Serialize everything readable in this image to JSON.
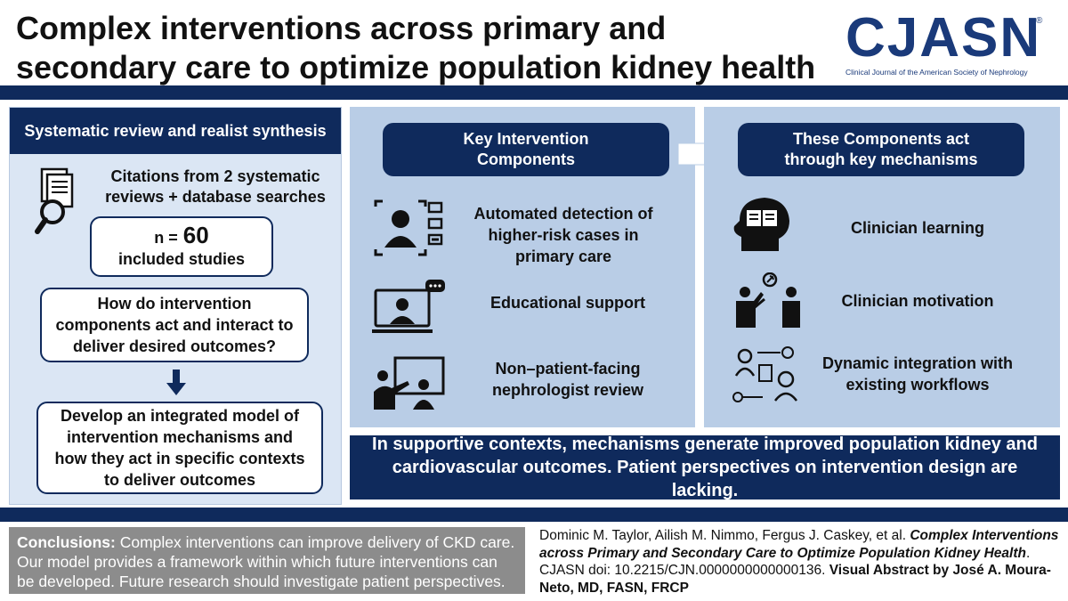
{
  "header": {
    "title": "Complex interventions across primary and secondary care to optimize population kidney health",
    "logo": {
      "name": "CJASN",
      "registered": "®",
      "subtitle": "Clinical Journal of the American Society of Nephrology"
    }
  },
  "left": {
    "heading": "Systematic review and realist synthesis",
    "citations_line1": "Citations from 2 systematic",
    "citations_line2": "reviews + database searches",
    "n_label": "n =",
    "n_value": "60",
    "n_caption": "included studies",
    "question": "How do intervention components act and interact to deliver desired outcomes?",
    "goal": "Develop an integrated model of intervention mechanisms and how they act in specific contexts to deliver outcomes"
  },
  "components": {
    "heading_line1": "Key Intervention",
    "heading_line2": "Components",
    "items": [
      {
        "icon": "monitor-person-icon",
        "label": "Automated detection of higher-risk cases in primary care"
      },
      {
        "icon": "laptop-video-call-icon",
        "label": "Educational support"
      },
      {
        "icon": "presentation-review-icon",
        "label": "Non–patient-facing nephrologist review"
      }
    ]
  },
  "mechanisms": {
    "heading_line1": "These Components act",
    "heading_line2": "through key mechanisms",
    "items": [
      {
        "icon": "head-book-icon",
        "label": "Clinician learning"
      },
      {
        "icon": "two-people-rocket-icon",
        "label": "Clinician motivation"
      },
      {
        "icon": "workflow-people-icon",
        "label": "Dynamic integration with existing workflows"
      }
    ]
  },
  "outcome_banner": "In supportive contexts, mechanisms generate improved population kidney and cardiovascular outcomes. Patient perspectives on intervention design are lacking.",
  "conclusions": {
    "label": "Conclusions:",
    "text": " Complex interventions can improve delivery of CKD care. Our model provides a framework within which future interventions can be developed. Future research should investigate patient perspectives."
  },
  "citation": {
    "authors": "Dominic M. Taylor, Ailish M. Nimmo, Fergus J. Caskey, et al. ",
    "article_title": "Complex Interventions across Primary and Secondary Care to Optimize Population Kidney Health",
    "journal_doi": ". CJASN doi: 10.2215/CJN.0000000000000136. ",
    "visual_abstract": "Visual Abstract by José A. Moura-Neto, MD, FASN, FRCP"
  },
  "colors": {
    "navy": "#0f2a5c",
    "panel_blue": "#b9cde6",
    "panel_light": "#dbe6f4",
    "conclusion_gray": "#8c8c8c"
  }
}
